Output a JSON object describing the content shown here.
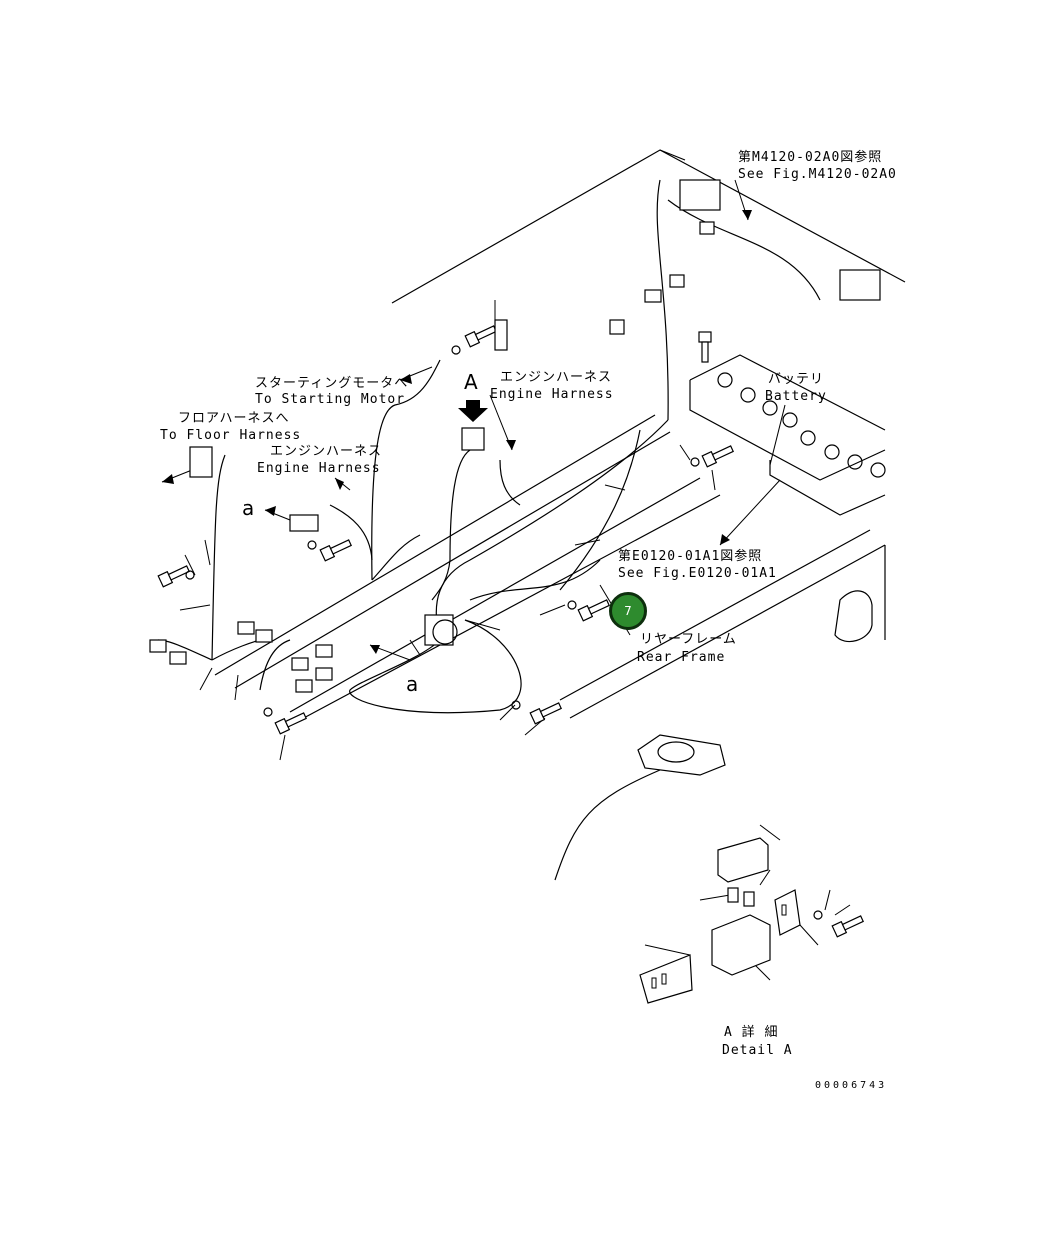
{
  "labels": {
    "ref_m4120_ja": "第M4120-02A0図参照",
    "ref_m4120_en": "See Fig.M4120-02A0",
    "battery_ja": "バッテリ",
    "battery_en": "Battery",
    "starting_motor_ja": "スターティングモータへ",
    "starting_motor_en": "To Starting Motor",
    "engine_harness_top_ja": "エンジンハーネス",
    "engine_harness_top_en": "Engine Harness",
    "floor_harness_ja": "フロアハーネスへ",
    "floor_harness_en": "To Floor Harness",
    "engine_harness_left_ja": "エンジンハーネス",
    "engine_harness_left_en": "Engine Harness",
    "ref_e0120_ja": "第E0120-01A1図参照",
    "ref_e0120_en": "See Fig.E0120-01A1",
    "rear_frame_ja": "リヤーフレーム",
    "rear_frame_en": "Rear Frame",
    "view_a": "A",
    "detail_a_ja": "A 詳 細",
    "detail_a_en": "Detail A",
    "mark_a_left": "a",
    "mark_a_bottom": "a",
    "drawing_number": "00006743"
  },
  "callout": {
    "number": "7",
    "color": "#2e8b2e"
  },
  "icons": [
    "arrow-down-icon",
    "battery-icon",
    "bolt-icon",
    "connector-icon",
    "relay-icon"
  ]
}
